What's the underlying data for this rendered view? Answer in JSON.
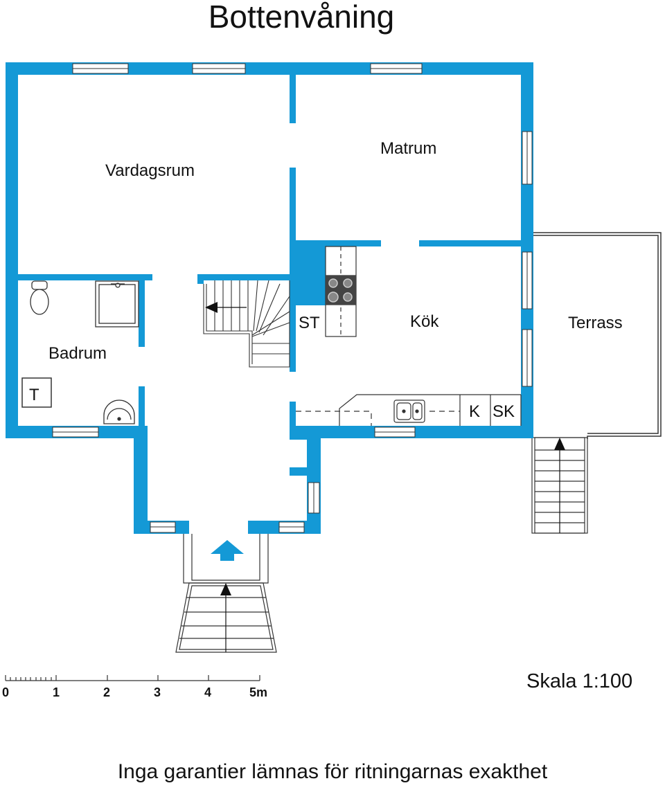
{
  "title": "Bottenvåning",
  "colors": {
    "wall": "#1499d6",
    "line": "#222222",
    "background": "#ffffff"
  },
  "rooms": {
    "vardagsrum": "Vardagsrum",
    "matrum": "Matrum",
    "badrum": "Badrum",
    "kok": "Kök",
    "terrass": "Terrass"
  },
  "fixtures": {
    "st": "ST",
    "t": "T",
    "k": "K",
    "sk": "SK"
  },
  "scale_bar": {
    "ticks": [
      "0",
      "1",
      "2",
      "3",
      "4",
      "5m"
    ]
  },
  "scale_text": "Skala 1:100",
  "footer": "Inga garantier lämnas för ritningarnas exakthet"
}
